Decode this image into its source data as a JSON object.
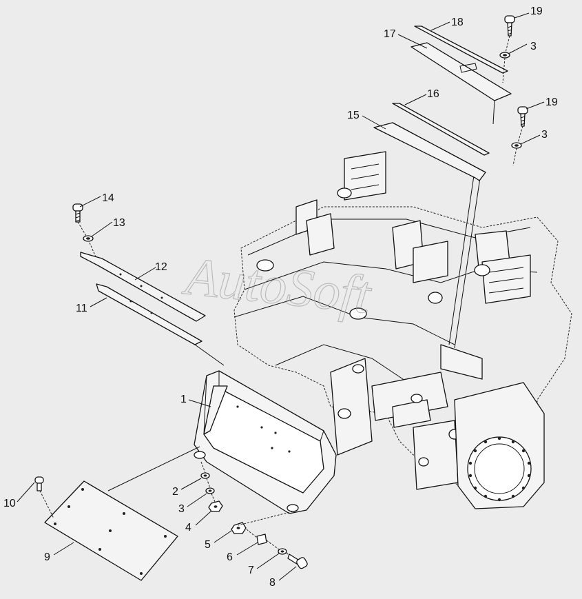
{
  "watermark": "AutoSoft",
  "callouts": [
    {
      "id": "c1",
      "label": "1"
    },
    {
      "id": "c2",
      "label": "2"
    },
    {
      "id": "c3a",
      "label": "3"
    },
    {
      "id": "c3b",
      "label": "3"
    },
    {
      "id": "c3c",
      "label": "3"
    },
    {
      "id": "c4",
      "label": "4"
    },
    {
      "id": "c5",
      "label": "5"
    },
    {
      "id": "c6",
      "label": "6"
    },
    {
      "id": "c7",
      "label": "7"
    },
    {
      "id": "c8",
      "label": "8"
    },
    {
      "id": "c9",
      "label": "9"
    },
    {
      "id": "c10",
      "label": "10"
    },
    {
      "id": "c11",
      "label": "11"
    },
    {
      "id": "c12",
      "label": "12"
    },
    {
      "id": "c13",
      "label": "13"
    },
    {
      "id": "c14",
      "label": "14"
    },
    {
      "id": "c15",
      "label": "15"
    },
    {
      "id": "c16",
      "label": "16"
    },
    {
      "id": "c17",
      "label": "17"
    },
    {
      "id": "c18",
      "label": "18"
    },
    {
      "id": "c19a",
      "label": "19"
    },
    {
      "id": "c19b",
      "label": "19"
    }
  ]
}
